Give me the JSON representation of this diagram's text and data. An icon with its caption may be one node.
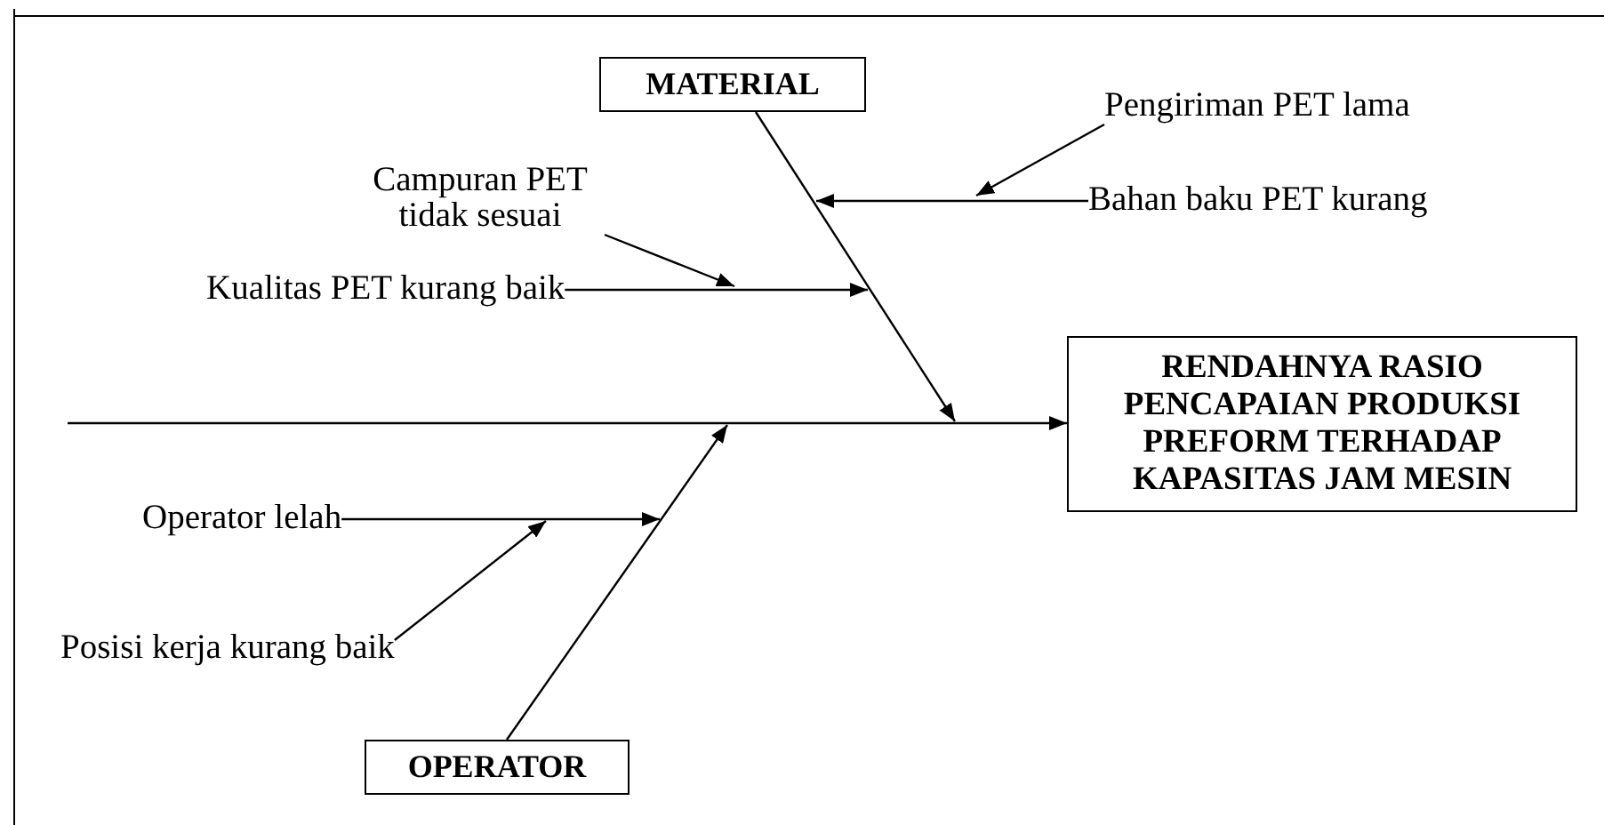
{
  "diagram": {
    "nodes": [
      {
        "text": [
          "MATERIAL"
        ]
      },
      {
        "text": [
          "OPERATOR"
        ]
      },
      {
        "text": [
          "RENDAHNYA RASIO PENCAPAIAN PRODUKSI PREFORM TERHADAP KAPASITAS JAM MESIN"
        ]
      },
      {
        "text": [
          "Pengiriman PET lama"
        ]
      },
      {
        "text": [
          "Bahan baku PET kurang"
        ]
      },
      {
        "text": [
          "Campuran PET tidak sesuai"
        ]
      },
      {
        "text": [
          "Kualitas PET kurang baik"
        ]
      },
      {
        "text": [
          "Operator lelah"
        ]
      },
      {
        "text": [
          "Posisi kerja kurang baik"
        ]
      }
    ],
    "edges": [
      {
        "from": null,
        "to": 2,
        "arrow": "to"
      },
      {
        "from": 0,
        "to": null,
        "arrow": "to"
      },
      {
        "from": 1,
        "to": null,
        "arrow": "to"
      },
      {
        "from": 4,
        "to": null,
        "arrow": "to"
      },
      {
        "from": 3,
        "to": null,
        "arrow": "to"
      },
      {
        "from": 6,
        "to": null,
        "arrow": "to"
      },
      {
        "from": 5,
        "to": null,
        "arrow": "to"
      },
      {
        "from": 7,
        "to": null,
        "arrow": "to"
      },
      {
        "from": 8,
        "to": null,
        "arrow": "to"
      }
    ]
  }
}
